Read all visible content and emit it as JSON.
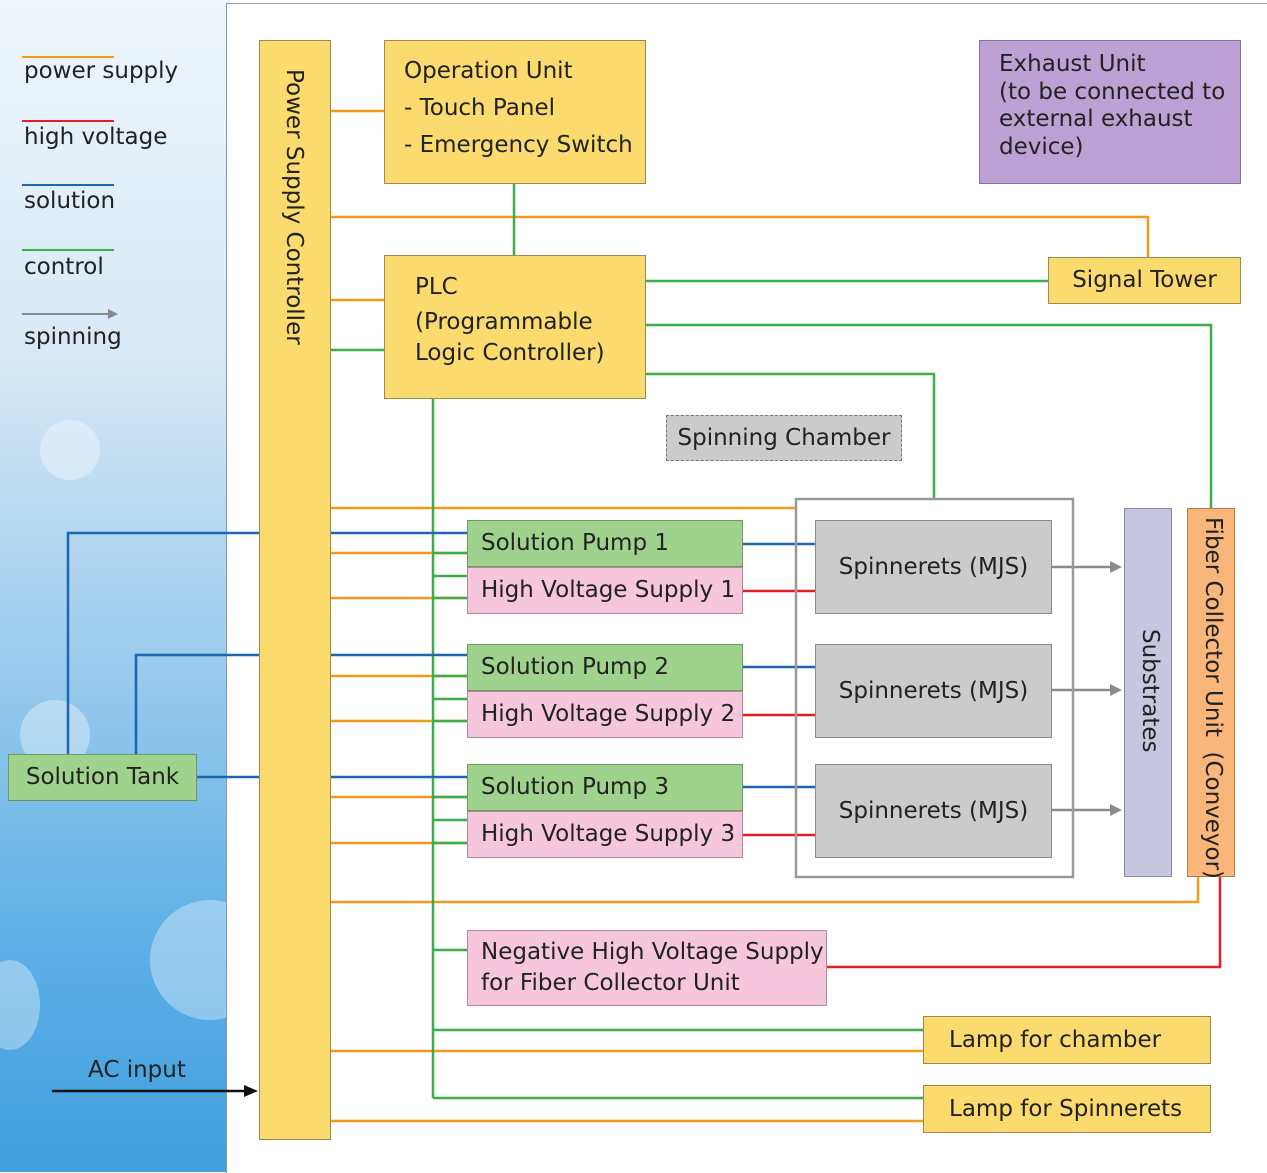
{
  "legend": {
    "power_supply": "power supply",
    "high_voltage": "high voltage",
    "solution": "solution",
    "control": "control",
    "spinning": "spinning"
  },
  "colors": {
    "power": "#f39a1e",
    "high_voltage": "#e01f26",
    "solution": "#1b67b1",
    "control": "#3bae49",
    "spinning": "#8a8a8a",
    "ac": "#111111"
  },
  "blocks": {
    "power_supply_controller": "Power Supply Controller",
    "operation_unit": [
      "Operation Unit",
      "- Touch Panel",
      "- Emergency Switch"
    ],
    "exhaust_unit": [
      "Exhaust Unit",
      "(to be connected to",
      "external exhaust",
      "device)"
    ],
    "signal_tower": "Signal Tower",
    "plc": [
      "PLC",
      "(Programmable",
      "Logic Controller)"
    ],
    "spinning_chamber": "Spinning Chamber",
    "solution_pumps": [
      "Solution Pump 1",
      "Solution Pump 2",
      "Solution Pump 3"
    ],
    "hv_supplies": [
      "High Voltage Supply 1",
      "High Voltage Supply 2",
      "High Voltage Supply 3"
    ],
    "spinnerets": [
      "Spinnerets (MJS)",
      "Spinnerets (MJS)",
      "Spinnerets (MJS)"
    ],
    "substrates": "Substrates",
    "fiber_collector": "Fiber Collector Unit  (Conveyor)",
    "solution_tank": "Solution Tank",
    "negative_hv": [
      "Negative High Voltage Supply",
      "for Fiber Collector Unit"
    ],
    "lamp_chamber": "Lamp for chamber",
    "lamp_spinnerets": "Lamp for Spinnerets",
    "ac_input": "AC input"
  }
}
